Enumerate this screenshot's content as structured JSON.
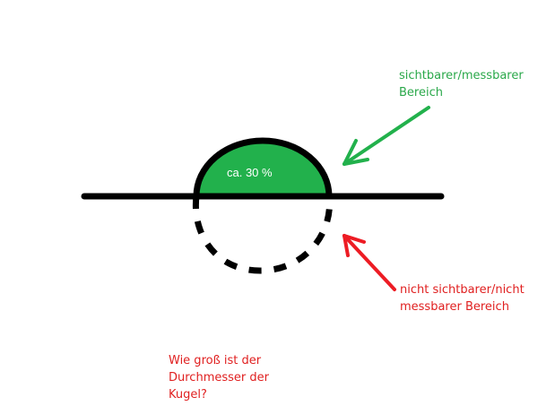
{
  "labels": {
    "visible_area": "sichtbarer/messbarer\nBereich",
    "hidden_area": "nicht sichtbarer/nicht\nmessbarer Bereich",
    "percentage": "ca. 30 %",
    "question": "Wie groß ist der\nDurchmesser der\nKugel?"
  },
  "colors": {
    "visible_fill": "#22b14c",
    "visible_text": "#2aa84a",
    "hidden_text": "#e02020",
    "question_text": "#e02020",
    "stroke": "#000000",
    "background": "#ffffff"
  },
  "legend_colors": {
    "green_arrow": "#22b14c",
    "red_arrow": "#ed1c24"
  }
}
